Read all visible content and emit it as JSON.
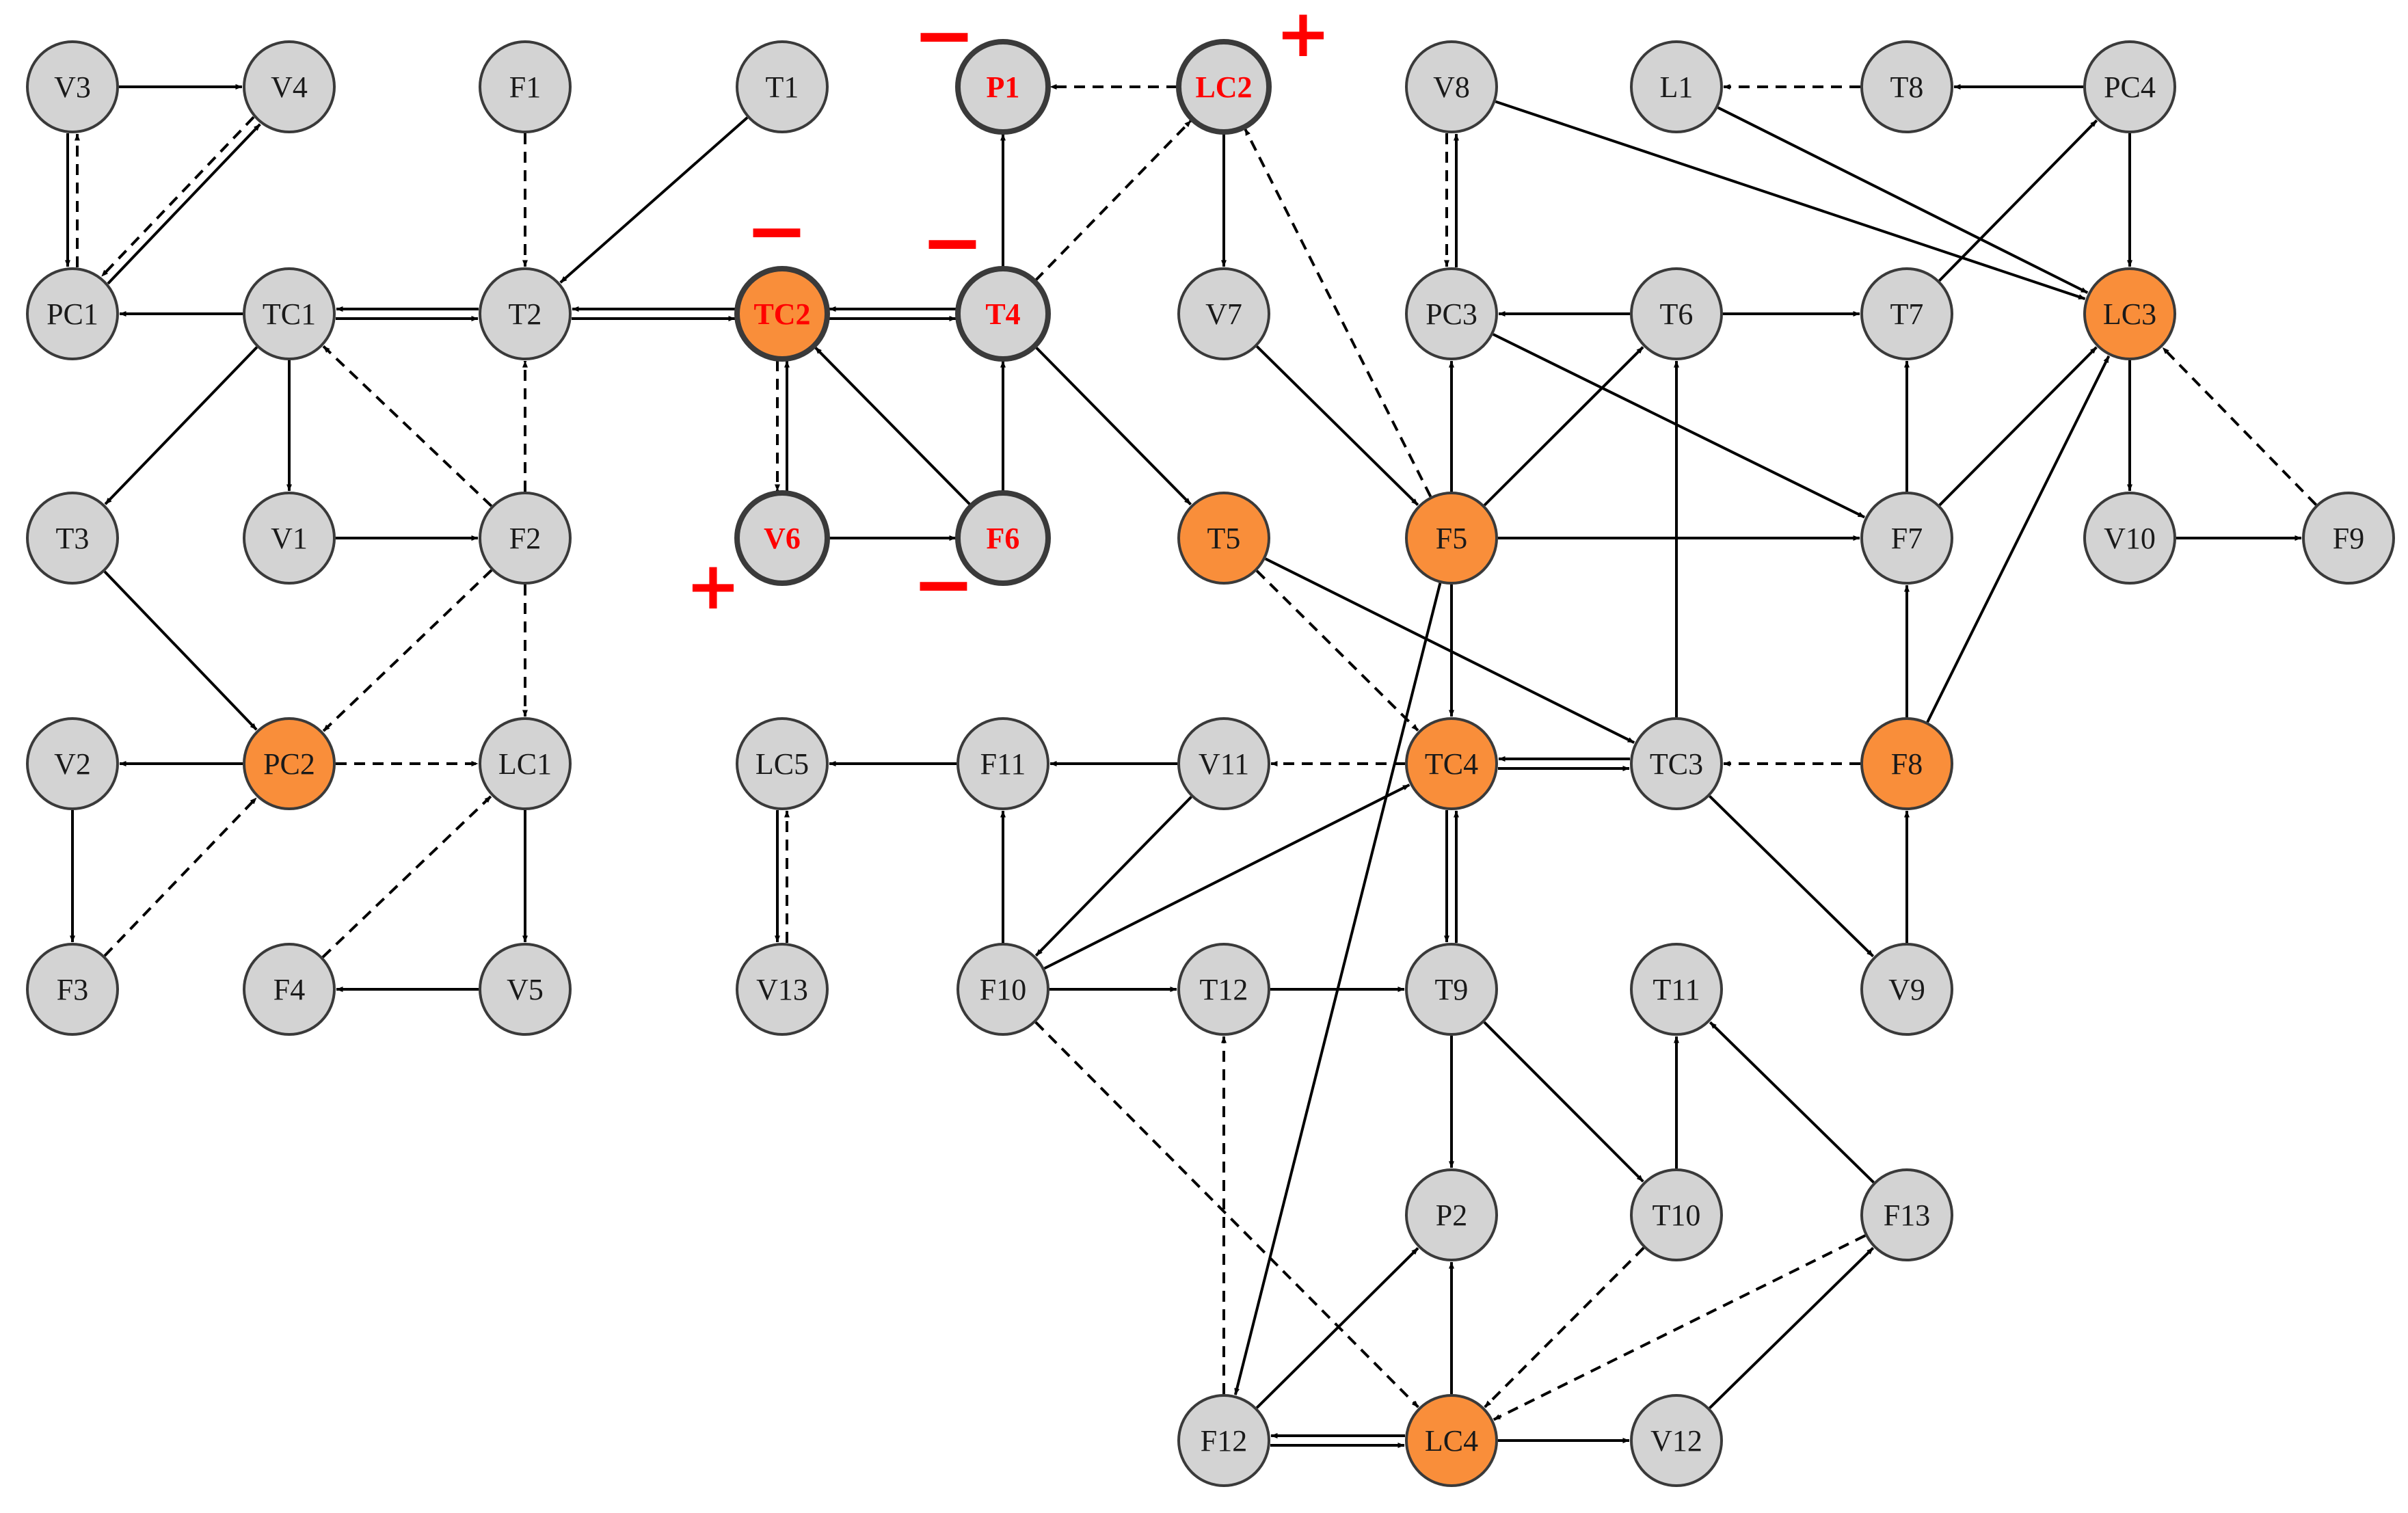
{
  "diagram": {
    "colors": {
      "gray_fill": "#d3d3d3",
      "orange_fill": "#f98e3a",
      "stroke": "#3a3a3a",
      "edge": "#000000",
      "highlight_text": "#ff0000",
      "normal_text": "#1a1a1a"
    },
    "nodes": [
      {
        "id": "V3",
        "label": "V3",
        "fill": "gray"
      },
      {
        "id": "V4",
        "label": "V4",
        "fill": "gray"
      },
      {
        "id": "F1",
        "label": "F1",
        "fill": "gray"
      },
      {
        "id": "T1",
        "label": "T1",
        "fill": "gray"
      },
      {
        "id": "P1",
        "label": "P1",
        "fill": "gray",
        "highlight": true
      },
      {
        "id": "LC2",
        "label": "LC2",
        "fill": "gray",
        "highlight": true
      },
      {
        "id": "V8",
        "label": "V8",
        "fill": "gray"
      },
      {
        "id": "L1",
        "label": "L1",
        "fill": "gray"
      },
      {
        "id": "T8",
        "label": "T8",
        "fill": "gray"
      },
      {
        "id": "PC4",
        "label": "PC4",
        "fill": "gray"
      },
      {
        "id": "PC1",
        "label": "PC1",
        "fill": "gray"
      },
      {
        "id": "TC1",
        "label": "TC1",
        "fill": "gray"
      },
      {
        "id": "T2",
        "label": "T2",
        "fill": "gray"
      },
      {
        "id": "TC2",
        "label": "TC2",
        "fill": "orange",
        "highlight": true
      },
      {
        "id": "T4",
        "label": "T4",
        "fill": "gray",
        "highlight": true
      },
      {
        "id": "V7",
        "label": "V7",
        "fill": "gray"
      },
      {
        "id": "PC3",
        "label": "PC3",
        "fill": "gray"
      },
      {
        "id": "T6",
        "label": "T6",
        "fill": "gray"
      },
      {
        "id": "T7",
        "label": "T7",
        "fill": "gray"
      },
      {
        "id": "LC3",
        "label": "LC3",
        "fill": "orange"
      },
      {
        "id": "T3",
        "label": "T3",
        "fill": "gray"
      },
      {
        "id": "V1",
        "label": "V1",
        "fill": "gray"
      },
      {
        "id": "F2",
        "label": "F2",
        "fill": "gray"
      },
      {
        "id": "V6",
        "label": "V6",
        "fill": "gray",
        "highlight": true
      },
      {
        "id": "F6",
        "label": "F6",
        "fill": "gray",
        "highlight": true
      },
      {
        "id": "T5",
        "label": "T5",
        "fill": "orange"
      },
      {
        "id": "F5",
        "label": "F5",
        "fill": "orange"
      },
      {
        "id": "F7",
        "label": "F7",
        "fill": "gray"
      },
      {
        "id": "V10",
        "label": "V10",
        "fill": "gray"
      },
      {
        "id": "F9",
        "label": "F9",
        "fill": "gray"
      },
      {
        "id": "V2",
        "label": "V2",
        "fill": "gray"
      },
      {
        "id": "PC2",
        "label": "PC2",
        "fill": "orange"
      },
      {
        "id": "LC1",
        "label": "LC1",
        "fill": "gray"
      },
      {
        "id": "LC5",
        "label": "LC5",
        "fill": "gray"
      },
      {
        "id": "F11",
        "label": "F11",
        "fill": "gray"
      },
      {
        "id": "V11",
        "label": "V11",
        "fill": "gray"
      },
      {
        "id": "TC4",
        "label": "TC4",
        "fill": "orange"
      },
      {
        "id": "TC3",
        "label": "TC3",
        "fill": "gray"
      },
      {
        "id": "F8",
        "label": "F8",
        "fill": "orange"
      },
      {
        "id": "F3",
        "label": "F3",
        "fill": "gray"
      },
      {
        "id": "F4",
        "label": "F4",
        "fill": "gray"
      },
      {
        "id": "V5",
        "label": "V5",
        "fill": "gray"
      },
      {
        "id": "V13",
        "label": "V13",
        "fill": "gray"
      },
      {
        "id": "F10",
        "label": "F10",
        "fill": "gray"
      },
      {
        "id": "T12",
        "label": "T12",
        "fill": "gray"
      },
      {
        "id": "T9",
        "label": "T9",
        "fill": "gray"
      },
      {
        "id": "T11",
        "label": "T11",
        "fill": "gray"
      },
      {
        "id": "V9",
        "label": "V9",
        "fill": "gray"
      },
      {
        "id": "P2",
        "label": "P2",
        "fill": "gray"
      },
      {
        "id": "T10",
        "label": "T10",
        "fill": "gray"
      },
      {
        "id": "F13",
        "label": "F13",
        "fill": "gray"
      },
      {
        "id": "F12",
        "label": "F12",
        "fill": "gray"
      },
      {
        "id": "LC4",
        "label": "LC4",
        "fill": "orange"
      },
      {
        "id": "V12",
        "label": "V12",
        "fill": "gray"
      }
    ],
    "edges": [
      {
        "from": "V3",
        "to": "V4",
        "style": "solid"
      },
      {
        "from": "V3",
        "to": "PC1",
        "style": "solid"
      },
      {
        "from": "PC1",
        "to": "V3",
        "style": "dashed"
      },
      {
        "from": "PC1",
        "to": "V4",
        "style": "solid"
      },
      {
        "from": "V4",
        "to": "PC1",
        "style": "dashed"
      },
      {
        "from": "TC1",
        "to": "PC1",
        "style": "solid"
      },
      {
        "from": "F1",
        "to": "T2",
        "style": "dashed"
      },
      {
        "from": "T1",
        "to": "T2",
        "style": "solid"
      },
      {
        "from": "T2",
        "to": "TC1",
        "style": "solid"
      },
      {
        "from": "TC1",
        "to": "T2",
        "style": "solid"
      },
      {
        "from": "T2",
        "to": "TC2",
        "style": "solid"
      },
      {
        "from": "TC2",
        "to": "T2",
        "style": "solid"
      },
      {
        "from": "TC2",
        "to": "T4",
        "style": "solid"
      },
      {
        "from": "T4",
        "to": "TC2",
        "style": "solid"
      },
      {
        "from": "T4",
        "to": "P1",
        "style": "solid"
      },
      {
        "from": "LC2",
        "to": "P1",
        "style": "dashed"
      },
      {
        "from": "T4",
        "to": "LC2",
        "style": "dashed"
      },
      {
        "from": "LC2",
        "to": "V7",
        "style": "solid"
      },
      {
        "from": "F5",
        "to": "LC2",
        "style": "dashed"
      },
      {
        "from": "TC1",
        "to": "T3",
        "style": "solid"
      },
      {
        "from": "TC1",
        "to": "V1",
        "style": "solid"
      },
      {
        "from": "F2",
        "to": "TC1",
        "style": "dashed"
      },
      {
        "from": "F2",
        "to": "T2",
        "style": "dashed"
      },
      {
        "from": "V1",
        "to": "F2",
        "style": "solid"
      },
      {
        "from": "T3",
        "to": "PC2",
        "style": "solid"
      },
      {
        "from": "F2",
        "to": "PC2",
        "style": "dashed"
      },
      {
        "from": "F2",
        "to": "LC1",
        "style": "dashed"
      },
      {
        "from": "TC2",
        "to": "V6",
        "style": "dashed"
      },
      {
        "from": "V6",
        "to": "TC2",
        "style": "solid"
      },
      {
        "from": "F6",
        "to": "TC2",
        "style": "solid"
      },
      {
        "from": "V6",
        "to": "F6",
        "style": "solid"
      },
      {
        "from": "F6",
        "to": "T4",
        "style": "solid"
      },
      {
        "from": "T4",
        "to": "T5",
        "style": "solid"
      },
      {
        "from": "V7",
        "to": "F5",
        "style": "solid"
      },
      {
        "from": "V8",
        "to": "LC3",
        "style": "solid"
      },
      {
        "from": "PC3",
        "to": "V8",
        "style": "solid"
      },
      {
        "from": "V8",
        "to": "PC3",
        "style": "dashed"
      },
      {
        "from": "T8",
        "to": "L1",
        "style": "dashed"
      },
      {
        "from": "PC4",
        "to": "T8",
        "style": "solid"
      },
      {
        "from": "L1",
        "to": "LC3",
        "style": "solid"
      },
      {
        "from": "PC4",
        "to": "LC3",
        "style": "solid"
      },
      {
        "from": "T6",
        "to": "PC3",
        "style": "solid"
      },
      {
        "from": "T6",
        "to": "T7",
        "style": "solid"
      },
      {
        "from": "T7",
        "to": "PC4",
        "style": "solid"
      },
      {
        "from": "PC3",
        "to": "F7",
        "style": "solid"
      },
      {
        "from": "F5",
        "to": "PC3",
        "style": "solid"
      },
      {
        "from": "F5",
        "to": "T6",
        "style": "solid"
      },
      {
        "from": "F5",
        "to": "F7",
        "style": "solid"
      },
      {
        "from": "F5",
        "to": "TC4",
        "style": "solid"
      },
      {
        "from": "F5",
        "to": "F12",
        "style": "solid"
      },
      {
        "from": "F7",
        "to": "T7",
        "style": "solid"
      },
      {
        "from": "F7",
        "to": "LC3",
        "style": "solid"
      },
      {
        "from": "F8",
        "to": "LC3",
        "style": "solid"
      },
      {
        "from": "LC3",
        "to": "V10",
        "style": "solid"
      },
      {
        "from": "V10",
        "to": "F9",
        "style": "solid"
      },
      {
        "from": "F9",
        "to": "LC3",
        "style": "dashed"
      },
      {
        "from": "T5",
        "to": "TC3",
        "style": "solid"
      },
      {
        "from": "T5",
        "to": "TC4",
        "style": "dashed"
      },
      {
        "from": "PC2",
        "to": "V2",
        "style": "solid"
      },
      {
        "from": "PC2",
        "to": "LC1",
        "style": "dashed"
      },
      {
        "from": "V2",
        "to": "F3",
        "style": "solid"
      },
      {
        "from": "F3",
        "to": "PC2",
        "style": "dashed"
      },
      {
        "from": "LC1",
        "to": "V5",
        "style": "solid"
      },
      {
        "from": "V5",
        "to": "F4",
        "style": "solid"
      },
      {
        "from": "F4",
        "to": "LC1",
        "style": "dashed"
      },
      {
        "from": "LC5",
        "to": "V13",
        "style": "solid"
      },
      {
        "from": "V13",
        "to": "LC5",
        "style": "dashed"
      },
      {
        "from": "F11",
        "to": "LC5",
        "style": "solid"
      },
      {
        "from": "V11",
        "to": "F11",
        "style": "solid"
      },
      {
        "from": "TC4",
        "to": "V11",
        "style": "dashed"
      },
      {
        "from": "V11",
        "to": "F10",
        "style": "solid"
      },
      {
        "from": "F10",
        "to": "F11",
        "style": "solid"
      },
      {
        "from": "F10",
        "to": "TC4",
        "style": "solid"
      },
      {
        "from": "F10",
        "to": "T12",
        "style": "solid"
      },
      {
        "from": "F10",
        "to": "LC4",
        "style": "dashed"
      },
      {
        "from": "TC4",
        "to": "TC3",
        "style": "solid"
      },
      {
        "from": "TC3",
        "to": "TC4",
        "style": "solid"
      },
      {
        "from": "TC3",
        "to": "T6",
        "style": "solid"
      },
      {
        "from": "F8",
        "to": "TC3",
        "style": "dashed"
      },
      {
        "from": "F8",
        "to": "F7",
        "style": "solid"
      },
      {
        "from": "TC3",
        "to": "V9",
        "style": "solid"
      },
      {
        "from": "V9",
        "to": "F8",
        "style": "solid"
      },
      {
        "from": "TC4",
        "to": "T9",
        "style": "solid"
      },
      {
        "from": "T9",
        "to": "TC4",
        "style": "solid"
      },
      {
        "from": "T12",
        "to": "T9",
        "style": "solid"
      },
      {
        "from": "T9",
        "to": "P2",
        "style": "solid"
      },
      {
        "from": "T9",
        "to": "T10",
        "style": "solid"
      },
      {
        "from": "T10",
        "to": "T11",
        "style": "solid"
      },
      {
        "from": "F13",
        "to": "T11",
        "style": "solid"
      },
      {
        "from": "T10",
        "to": "LC4",
        "style": "dashed"
      },
      {
        "from": "F13",
        "to": "LC4",
        "style": "dashed"
      },
      {
        "from": "F12",
        "to": "T12",
        "style": "dashed"
      },
      {
        "from": "F12",
        "to": "P2",
        "style": "solid"
      },
      {
        "from": "F12",
        "to": "LC4",
        "style": "solid"
      },
      {
        "from": "LC4",
        "to": "F12",
        "style": "solid"
      },
      {
        "from": "LC4",
        "to": "P2",
        "style": "solid"
      },
      {
        "from": "LC4",
        "to": "V12",
        "style": "solid"
      },
      {
        "from": "V12",
        "to": "F13",
        "style": "solid"
      }
    ],
    "signs": [
      {
        "node": "P1",
        "symbol": "−"
      },
      {
        "node": "LC2",
        "symbol": "+"
      },
      {
        "node": "TC2",
        "symbol": "−"
      },
      {
        "node": "T4",
        "symbol": "−"
      },
      {
        "node": "V6",
        "symbol": "+"
      },
      {
        "node": "F6",
        "symbol": "−"
      }
    ]
  }
}
